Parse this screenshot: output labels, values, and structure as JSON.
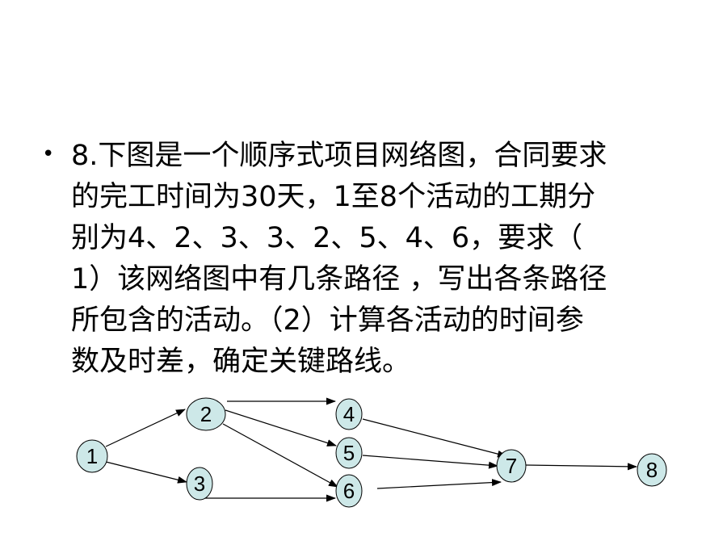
{
  "slide": {
    "bullet_symbol": "•",
    "text_lines": [
      "8.下图是一个顺序式项目网络图，合同要求",
      "的完工时间为30天，1至8个活动的工期分",
      "别为4、2、3、3、2、5、4、6，要求（",
      "1）该网络图中有几条路径 ，写出各条路径",
      "所包含的活动。（2）计算各活动的时间参",
      "数及时差，确定关键路线。"
    ]
  },
  "network": {
    "node_fill": "#cde8e8",
    "node_stroke": "#000000",
    "nodes": [
      {
        "id": "1",
        "label": "1"
      },
      {
        "id": "2",
        "label": "2"
      },
      {
        "id": "3",
        "label": "3"
      },
      {
        "id": "4",
        "label": "4"
      },
      {
        "id": "5",
        "label": "5"
      },
      {
        "id": "6",
        "label": "6"
      },
      {
        "id": "7",
        "label": "7"
      },
      {
        "id": "8",
        "label": "8"
      }
    ],
    "edges": [
      {
        "from": "1",
        "to": "2"
      },
      {
        "from": "1",
        "to": "3"
      },
      {
        "from": "2",
        "to": "4"
      },
      {
        "from": "2",
        "to": "5"
      },
      {
        "from": "2",
        "to": "6"
      },
      {
        "from": "3",
        "to": "6"
      },
      {
        "from": "4",
        "to": "7"
      },
      {
        "from": "5",
        "to": "7"
      },
      {
        "from": "6",
        "to": "7"
      },
      {
        "from": "7",
        "to": "8"
      }
    ]
  }
}
